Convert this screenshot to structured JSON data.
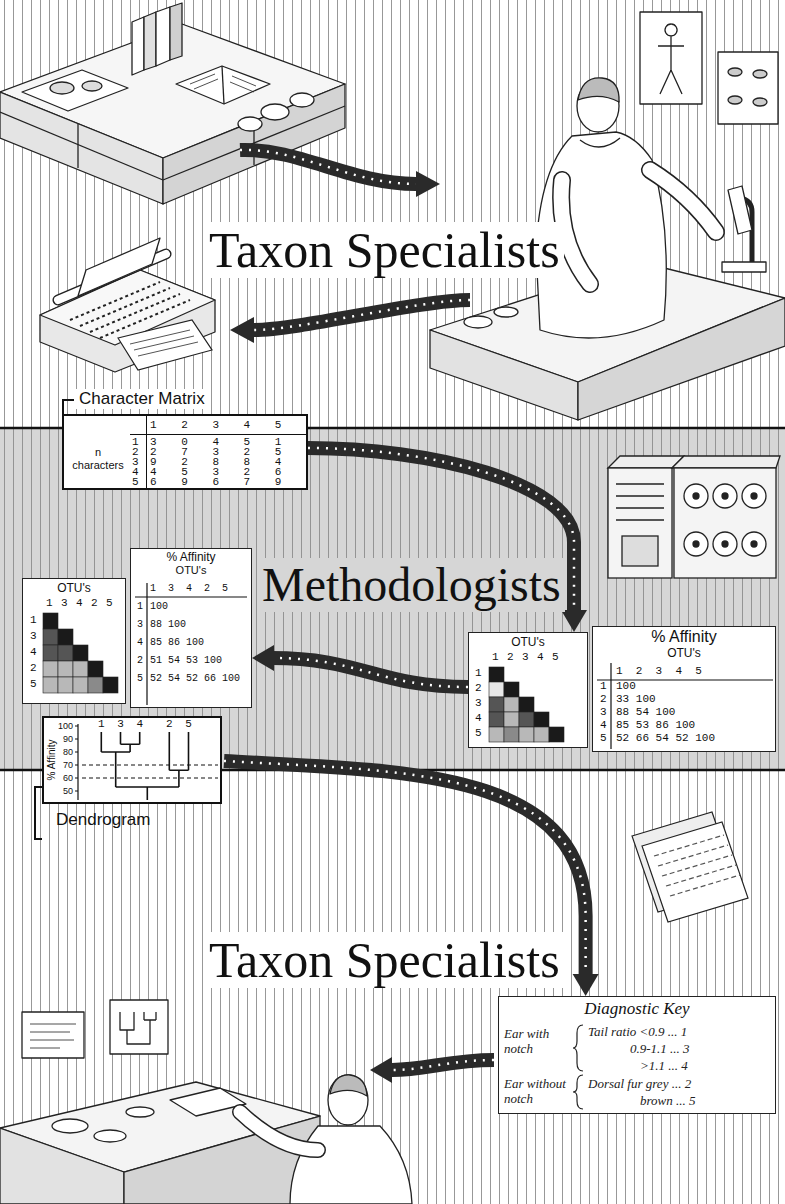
{
  "diagram": {
    "nodes": [
      {
        "text": [
          "Taxon Specialists"
        ]
      },
      {
        "text": [
          "Character Matrix"
        ]
      },
      {
        "text": [
          "Methodologists"
        ]
      },
      {
        "text": [
          "OTU's"
        ],
        "in": 2
      },
      {
        "text": [
          "% Affinity",
          "OTU's"
        ],
        "in": 2
      },
      {
        "text": [
          "OTU's"
        ],
        "in": 2
      },
      {
        "text": [
          "% Affinity",
          "OTU's"
        ],
        "in": 2
      },
      {
        "text": [
          "Dendrogram"
        ]
      },
      {
        "text": [
          "Taxon Specialists"
        ]
      },
      {
        "text": [
          "Diagnostic Key"
        ],
        "in": 8
      }
    ],
    "edges": [
      {
        "from": 1,
        "to": 5,
        "arrow": "to"
      },
      {
        "from": 5,
        "to": 4,
        "arrow": "to"
      },
      {
        "from": 7,
        "to": 9,
        "arrow": "to"
      }
    ],
    "labels": [
      "1 2 3 4 5",
      "n characters",
      "1 2 3 4 5",
      "3 0 4 5 1",
      "2 7 3 2 5",
      "9 2 8 8 4",
      "4 5 3 2 6",
      "6 9 6 7 9",
      "1 3 4 2 5",
      "1 3 4 2 5",
      "1 3 4 2 5",
      "1 3 4 2 5",
      "100",
      "88 100",
      "85 86 100",
      "51 54 53 100",
      "52 54 52 66 100",
      "1 2 3 4 5",
      "1 2 3 4 5",
      "1 2 3 4 5",
      "1 2 3 4 5",
      "100",
      "33 100",
      "88 54 100",
      "85 53 86 100",
      "52 66 54 52 100",
      "% Affinity",
      "100",
      "90",
      "80",
      "70",
      "60",
      "50",
      "1 3 4",
      "2 5",
      "Ear with notch",
      "Tail ratio <0.9 ... 1",
      "0.9-1.1 ... 3",
      ">1.1 ... 4",
      "Ear without notch",
      "Dorsal fur grey ... 2",
      "brown ... 5"
    ]
  }
}
